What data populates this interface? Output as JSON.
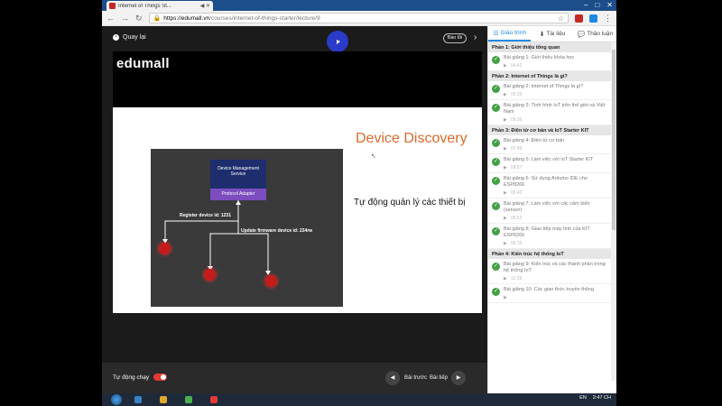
{
  "browser": {
    "tab_title": "Internet of Things St...",
    "tab_controls": "◀ ✕",
    "window_controls": [
      "–",
      "□",
      "✕"
    ],
    "url_domain": "https://edumall.vn",
    "url_path": "/courses/internet-of-things-starter/lecture/9"
  },
  "player": {
    "back_label": "Quay lại",
    "report_label": "Báo lỗi",
    "logo": "edumall",
    "slide": {
      "title": "Device Discovery",
      "subtitle": "Tự động quản lý các thiết bị",
      "box_top": "Device Management Service",
      "box_bottom": "Protocol Adapter",
      "label_register": "Register device id: 1231",
      "label_update": "Update firmware device id: 234rw"
    },
    "autoplay_label": "Tự động chạy",
    "prev_label": "Bài trước",
    "next_label": "Bài tiếp"
  },
  "sidebar": {
    "tabs": [
      {
        "label": "Giáo trình",
        "icon": "list-icon"
      },
      {
        "label": "Tài liệu",
        "icon": "download-icon"
      },
      {
        "label": "Thảo luận",
        "icon": "chat-icon"
      }
    ],
    "sections": [
      {
        "title": "Phần 1: Giới thiệu tổng quan",
        "items": [
          {
            "title": "Bài giảng 1: Giới thiệu khóa học",
            "duration": "04:42"
          }
        ]
      },
      {
        "title": "Phần 2: Internet of Things là gì?",
        "items": [
          {
            "title": "Bài giảng 2: Internet of Things là gì?",
            "duration": "05:26"
          },
          {
            "title": "Bài giảng 3: Tình hình IoT trên thế giới và Việt Nam",
            "duration": "05:36"
          }
        ]
      },
      {
        "title": "Phần 3: Điện tử cơ bản và IoT Starter KIT",
        "items": [
          {
            "title": "Bài giảng 4: Điện tử cơ bản",
            "duration": "07:43"
          },
          {
            "title": "Bài giảng 5: Làm việc với IoT Starter KIT",
            "duration": "08:57"
          },
          {
            "title": "Bài giảng 6: Sử dụng Arduino IDE cho ESP8266",
            "duration": "06:40"
          },
          {
            "title": "Bài giảng 7: Làm việc với các cảm biến (sensor)",
            "duration": "06:52"
          },
          {
            "title": "Bài giảng 8: Giao tiếp máy tính của KIT ESP8266",
            "duration": "06:10"
          }
        ]
      },
      {
        "title": "Phần 4: Kiến trúc hệ thống IoT",
        "items": [
          {
            "title": "Bài giảng 9: Kiến trúc và các thành phần trong hệ thống IoT",
            "duration": "12:39"
          },
          {
            "title": "Bài giảng 10: Các giao thức truyền thông",
            "duration": ""
          }
        ]
      }
    ]
  },
  "taskbar": {
    "lang": "EN",
    "time": "2:47 CH"
  }
}
